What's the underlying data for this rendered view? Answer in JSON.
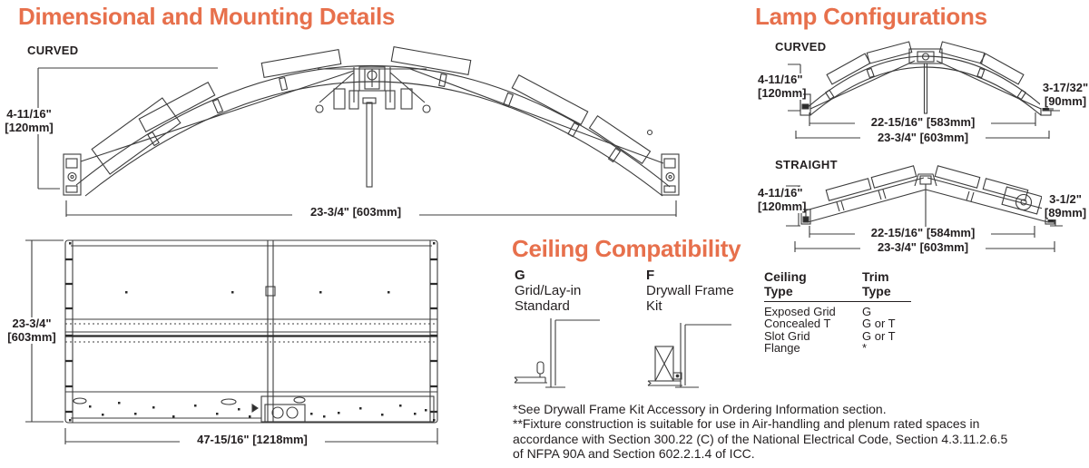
{
  "dimensional": {
    "title": "Dimensional and Mounting Details",
    "curved_label": "CURVED",
    "front_view": {
      "height_in": "4-11/16\"",
      "height_mm": "[120mm]",
      "width": "23-3/4\" [603mm]"
    },
    "plan_view": {
      "height_in": "23-3/4\"",
      "height_mm": "[603mm]",
      "width": "47-15/16\" [1218mm]"
    }
  },
  "lamp": {
    "title": "Lamp Configurations",
    "curved": {
      "label": "CURVED",
      "left_in": "4-11/16\"",
      "left_mm": "[120mm]",
      "right_in": "3-17/32\"",
      "right_mm": "[90mm]",
      "inner_width": "22-15/16\" [583mm]",
      "outer_width": "23-3/4\" [603mm]"
    },
    "straight": {
      "label": "STRAIGHT",
      "left_in": "4-11/16\"",
      "left_mm": "[120mm]",
      "right_in": "3-1/2\"",
      "right_mm": "[89mm]",
      "inner_width": "22-15/16\" [584mm]",
      "outer_width": "23-3/4\" [603mm]"
    }
  },
  "ceiling": {
    "title": "Ceiling Compatibility",
    "g": {
      "code": "G",
      "line1": "Grid/Lay-in",
      "line2": "Standard"
    },
    "f": {
      "code": "F",
      "line1": "Drywall Frame",
      "line2": "Kit"
    },
    "table": {
      "ceiling_header": "Ceiling\nType",
      "trim_header": "Trim\nType",
      "rows": [
        {
          "ceiling": "Exposed Grid",
          "trim": "G"
        },
        {
          "ceiling": "Concealed T",
          "trim": "G or T"
        },
        {
          "ceiling": "Slot Grid",
          "trim": "G or T"
        },
        {
          "ceiling": "Flange",
          "trim": "*"
        }
      ]
    },
    "note_lines": [
      "*See Drywall Frame Kit Accessory in Ordering Information section.",
      "**Fixture construction is suitable for use in Air-handling and plenum rated spaces in",
      "accordance with Section 300.22 (C) of the National Electrical Code, Section 4.3.11.2.6.5",
      "of NFPA 90A and Section 602.2.1.4 of ICC."
    ]
  },
  "colors": {
    "accent": "#e7704c",
    "ink": "#231f20",
    "line": "#3c3c3c"
  }
}
